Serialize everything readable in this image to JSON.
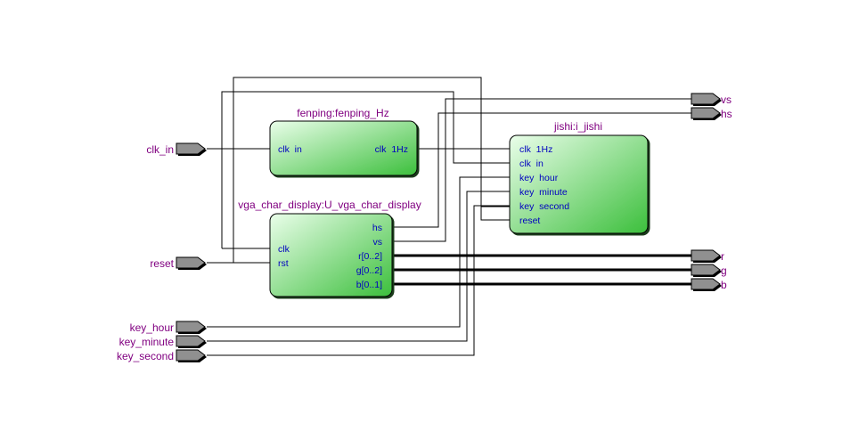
{
  "schematic": {
    "colors": {
      "instance_label": "#800080",
      "port_label": "#0000c0",
      "block_fill_start": "#e8fde8",
      "block_fill_end": "#3cbf3c",
      "pin_fill": "#909090",
      "wire": "#000000"
    },
    "inputs": [
      {
        "name": "clk_in"
      },
      {
        "name": "reset"
      },
      {
        "name": "key_hour"
      },
      {
        "name": "key_minute"
      },
      {
        "name": "key_second"
      }
    ],
    "outputs": [
      {
        "name": "vs"
      },
      {
        "name": "hs"
      },
      {
        "name": "r"
      },
      {
        "name": "g"
      },
      {
        "name": "b"
      }
    ],
    "blocks": {
      "fenping": {
        "instance": "fenping:fenping_Hz",
        "ports_in": [
          "clk  in"
        ],
        "ports_out": [
          "clk  1Hz"
        ]
      },
      "vga": {
        "instance": "vga_char_display:U_vga_char_display",
        "ports_in": [
          "clk",
          "rst"
        ],
        "ports_out": [
          "hs",
          "vs",
          "r[0..2]",
          "g[0..2]",
          "b[0..1]"
        ]
      },
      "jishi": {
        "instance": "jishi:i_jishi",
        "ports_in": [
          "clk  1Hz",
          "clk  in",
          "key  hour",
          "key  minute",
          "key  second",
          "reset"
        ]
      }
    }
  }
}
